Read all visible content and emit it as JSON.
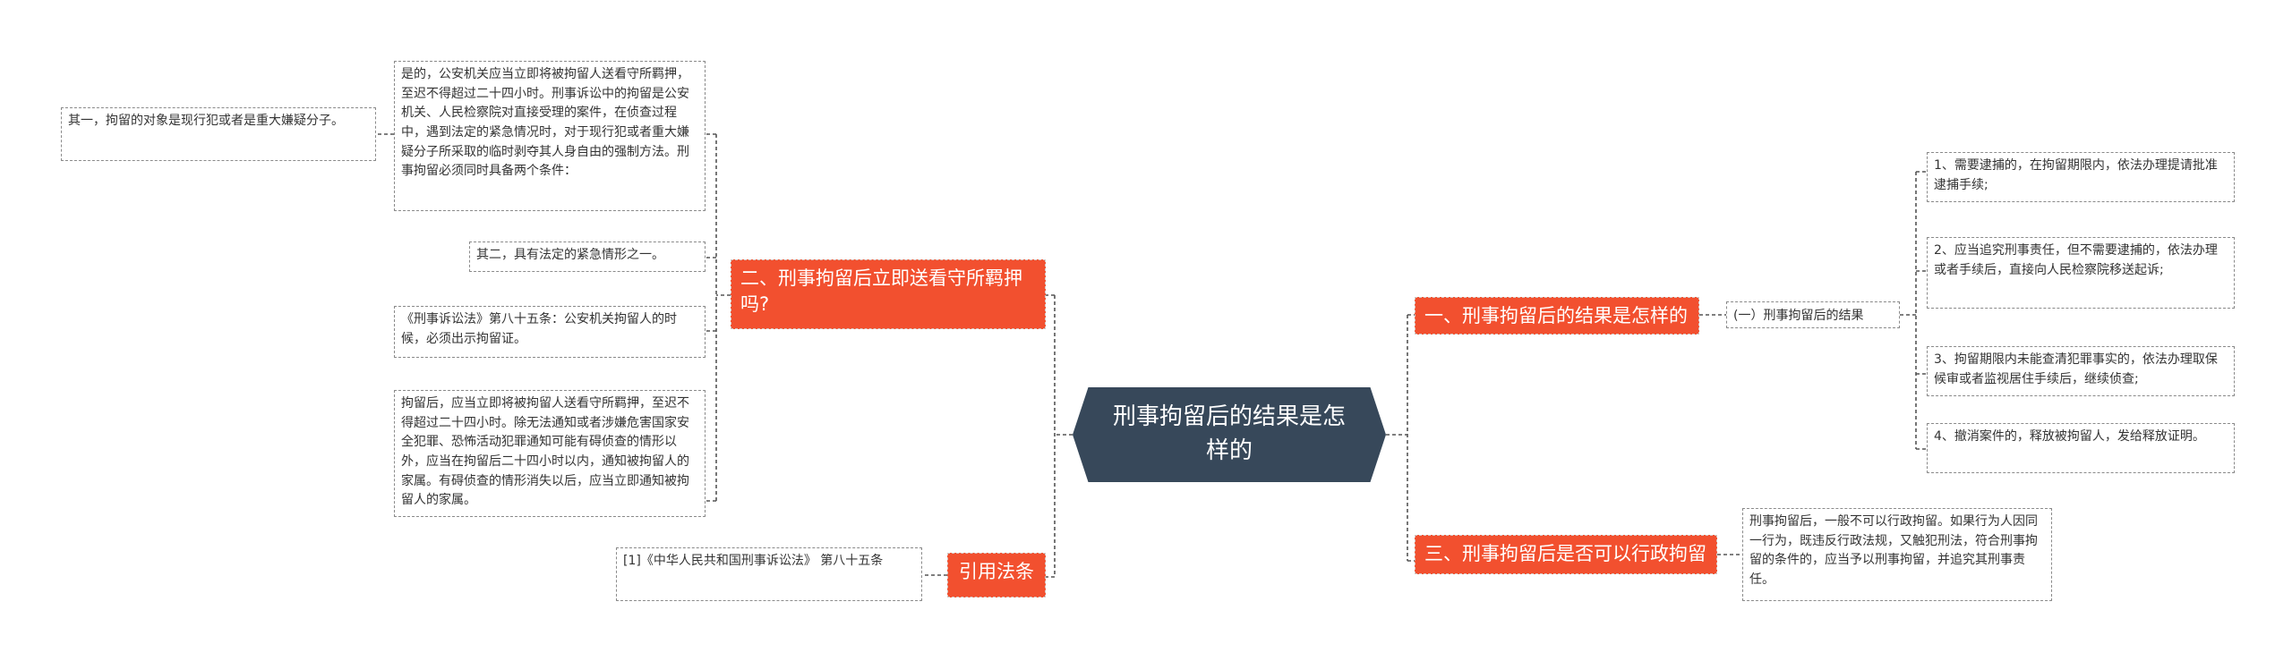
{
  "root": {
    "title": "刑事拘留后的结果是怎样的"
  },
  "branches": {
    "b1": {
      "label": "一、刑事拘留后的结果是怎样的"
    },
    "b2": {
      "label": "二、刑事拘留后立即送看守所羁押吗?"
    },
    "b3": {
      "label": "三、刑事拘留后是否可以行政拘留"
    },
    "b4": {
      "label": "引用法条"
    }
  },
  "b1_sub": {
    "label": "(一）刑事拘留后的结果"
  },
  "b1_items": [
    "1、需要逮捕的，在拘留期限内，依法办理提请批准逮捕手续;",
    "2、应当追究刑事责任，但不需要逮捕的，依法办理或者手续后，直接向人民检察院移送起诉;",
    "3、拘留期限内未能查清犯罪事实的，依法办理取保候审或者监视居住手续后，继续侦查;",
    "4、撤消案件的，释放被拘留人，发给释放证明。"
  ],
  "b2_items": {
    "main": "是的，公安机关应当立即将被拘留人送看守所羁押，至迟不得超过二十四小时。刑事诉讼中的拘留是公安机关、人民检察院对直接受理的案件，在侦查过程中，遇到法定的紧急情况时，对于现行犯或者重大嫌疑分子所采取的临时剥夺其人身自由的强制方法。刑事拘留必须同时具备两个条件：",
    "cond1": "其一，拘留的对象是现行犯或者是重大嫌疑分子。",
    "cond2": "其二，具有法定的紧急情形之一。",
    "law": "《刑事诉讼法》第八十五条：公安机关拘留人的时候，必须出示拘留证。",
    "detail": "拘留后，应当立即将被拘留人送看守所羁押，至迟不得超过二十四小时。除无法通知或者涉嫌危害国家安全犯罪、恐怖活动犯罪通知可能有碍侦查的情形以外，应当在拘留后二十四小时以内，通知被拘留人的家属。有碍侦查的情形消失以后，应当立即通知被拘留人的家属。"
  },
  "b3_items": [
    "刑事拘留后，一般不可以行政拘留。如果行为人因同一行为，既违反行政法规，又触犯刑法，符合刑事拘留的条件的，应当予以刑事拘留，并追究其刑事责任。"
  ],
  "b4_items": [
    "[1]《中华人民共和国刑事诉讼法》 第八十五条"
  ],
  "colors": {
    "root": "#37485a",
    "branch": "#f2502f",
    "line": "#555555",
    "leaf_border": "#8a8a8a"
  }
}
